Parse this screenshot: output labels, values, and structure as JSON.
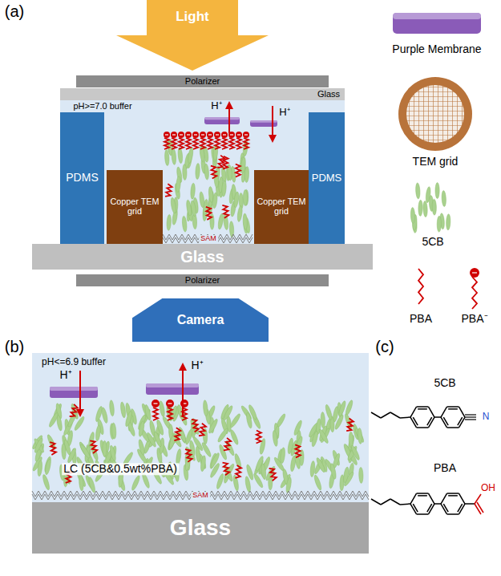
{
  "diagram": {
    "nodes": [
      {
        "text": [
          "Light"
        ]
      },
      {
        "text": [
          "Polarizer"
        ]
      },
      {
        "text": [
          "Glass"
        ]
      },
      {
        "text": [
          "PDMS"
        ]
      },
      {
        "text": [
          "Copper TEM grid"
        ]
      },
      {
        "text": [
          "Copper TEM grid"
        ]
      },
      {
        "text": [
          "PDMS"
        ]
      },
      {
        "text": [
          "Glass"
        ]
      },
      {
        "text": [
          "Polarizer"
        ]
      },
      {
        "text": [
          "Camera"
        ]
      },
      {
        "text": [
          "Glass"
        ]
      }
    ],
    "labels": [
      "(a)",
      "pH>=7.0 buffer",
      "H⁺",
      "H⁺",
      "SAM",
      "(b)",
      "pH<=6.9 buffer",
      "H⁺",
      "H⁺",
      "LC (5CB&0.5wt%PBA)",
      "SAM",
      "(c)",
      "5CB",
      "N",
      "PBA",
      "OH"
    ],
    "legend": [
      {
        "text": "Purple Membrane"
      },
      {
        "text": "TEM grid"
      },
      {
        "text": "5CB"
      },
      {
        "text": "PBA"
      },
      {
        "text": "PBA⁻"
      }
    ]
  }
}
